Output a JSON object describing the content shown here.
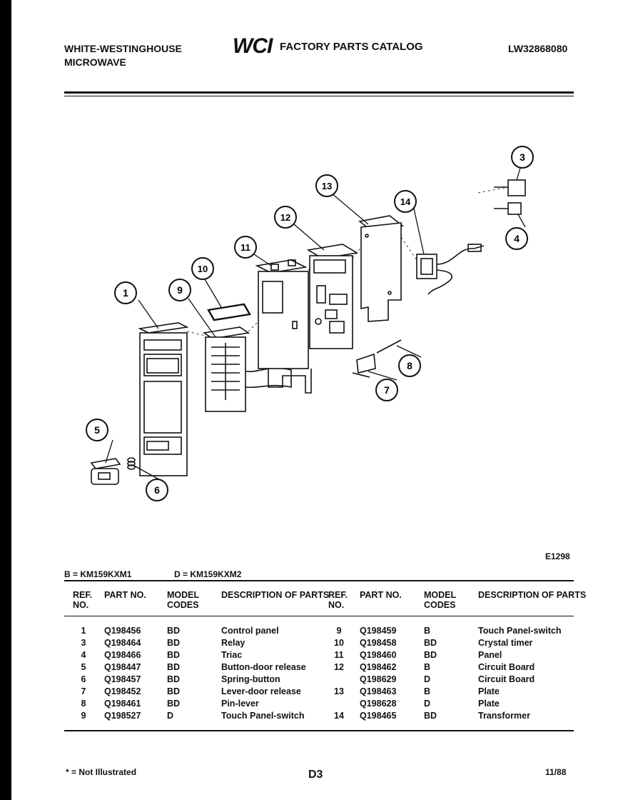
{
  "header": {
    "brand_line1": "WHITE-WESTINGHOUSE",
    "brand_line2": "MICROWAVE",
    "logo_text": "WCI",
    "catalog_title": "FACTORY PARTS CATALOG",
    "catalog_number": "LW32868080"
  },
  "diagram": {
    "figure_code": "E1298",
    "callouts": [
      "1",
      "3",
      "4",
      "5",
      "6",
      "7",
      "8",
      "9",
      "10",
      "11",
      "12",
      "13",
      "14"
    ]
  },
  "models": {
    "b": "B = KM159KXM1",
    "d": "D = KM159KXM2"
  },
  "table_headers": {
    "ref_no": "REF. NO.",
    "part_no": "PART NO.",
    "model_codes": "MODEL CODES",
    "description": "DESCRIPTION OF PARTS"
  },
  "left_rows": [
    {
      "ref": "1",
      "part": "Q198456",
      "codes": "BD",
      "desc": "Control panel"
    },
    {
      "ref": "3",
      "part": "Q198464",
      "codes": "BD",
      "desc": "Relay"
    },
    {
      "ref": "4",
      "part": "Q198466",
      "codes": "BD",
      "desc": "Triac"
    },
    {
      "ref": "5",
      "part": "Q198447",
      "codes": "BD",
      "desc": "Button-door release"
    },
    {
      "ref": "6",
      "part": "Q198457",
      "codes": "BD",
      "desc": "Spring-button"
    },
    {
      "ref": "7",
      "part": "Q198452",
      "codes": "BD",
      "desc": "Lever-door release"
    },
    {
      "ref": "8",
      "part": "Q198461",
      "codes": "BD",
      "desc": "Pin-lever"
    },
    {
      "ref": "9",
      "part": "Q198527",
      "codes": "D",
      "desc": "Touch Panel-switch"
    }
  ],
  "right_rows": [
    {
      "ref": "9",
      "part": "Q198459",
      "codes": "B",
      "desc": "Touch Panel-switch"
    },
    {
      "ref": "10",
      "part": "Q198458",
      "codes": "BD",
      "desc": "Crystal timer"
    },
    {
      "ref": "11",
      "part": "Q198460",
      "codes": "BD",
      "desc": "Panel"
    },
    {
      "ref": "12",
      "part": "Q198462",
      "codes": "B",
      "desc": "Circuit Board"
    },
    {
      "ref": "",
      "part": "Q198629",
      "codes": "D",
      "desc": "Circuit Board"
    },
    {
      "ref": "13",
      "part": "Q198463",
      "codes": "B",
      "desc": "Plate"
    },
    {
      "ref": "",
      "part": "Q198628",
      "codes": "D",
      "desc": "Plate"
    },
    {
      "ref": "14",
      "part": "Q198465",
      "codes": "BD",
      "desc": "Transformer"
    }
  ],
  "footer": {
    "note": "* = Not Illustrated",
    "page": "D3",
    "date": "11/88"
  }
}
